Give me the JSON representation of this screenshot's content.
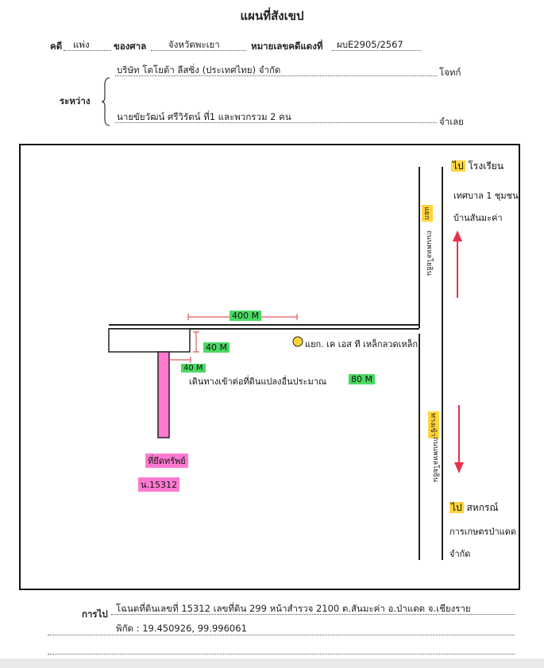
{
  "header": {
    "title": "แผนที่สังเขป",
    "case_label": "คดี",
    "case_type": "แพ่ง",
    "court_label": "ของศาล",
    "court_name": "จังหวัดพะเยา",
    "red_case_label": "หมายเลขคดีแดงที่",
    "red_case_number": "ผบE2905/2567",
    "between_label": "ระหว่าง",
    "plaintiff": "บริษัท โตโยต้า ลีสซิ่ง (ประเทศไทย) จำกัด",
    "plaintiff_role": "โจทก์",
    "defendant": "นายขัยวัฒน์ ศรีวิรัตน์ ที่1 และพวกรวม 2 คน",
    "defendant_role": "จำเลย"
  },
  "map": {
    "top_dest_go": "ไป",
    "top_dest_line1": "โรงเรียน",
    "top_dest_line2": "เทศบาล 1 ชุมชน",
    "top_dest_line3": "บ้านสันมะค่า",
    "road_label_top": "แยก",
    "road_name_top": "ถนนพหลโยธิน",
    "road_label_bottom": "ทางเข้า",
    "road_name_bottom": "ถนนพหลโยธิน",
    "bottom_dest_go": "ไป",
    "bottom_dest_line1": "สหกรณ์",
    "bottom_dest_line2": "การเกษตรป่าแดด",
    "bottom_dest_line3": "จำกัด",
    "dist_400": "400 M",
    "dist_40_right": "40 M",
    "dist_40_left": "40 M",
    "dist_80": "80 M",
    "landmark": "แยก. เค เอส ที เหล็กลวดเหล็ก",
    "walk_note": "เดินทางเข้าต่อที่ดินแปลงอื่นประมาณ",
    "site_label": "ที่ยึดทรัพย์",
    "deed_label": "น.15312",
    "colors": {
      "green": "#4cd964",
      "yellow": "#ffd43b",
      "pink": "#ff7ad0",
      "arrow_red": "#e8304a"
    }
  },
  "footer": {
    "route_label": "การไป",
    "route_text": "โฉนดที่ดินเลขที่ 15312 เลขที่ดิน 299 หน้าสำรวจ 2100 ต.สันมะค่า อ.ป่าแดด จ.เชียงราย",
    "coords_text": "พิกัด : 19.450926, 99.996061"
  }
}
